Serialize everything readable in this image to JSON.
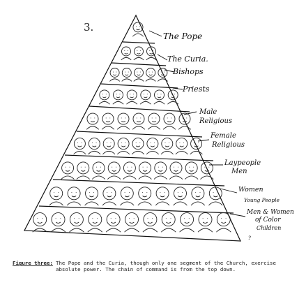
{
  "page_number": "3.",
  "diagram": {
    "tiers": [
      {
        "id": "pope",
        "label": "The Pope"
      },
      {
        "id": "curia",
        "label": "The Curia."
      },
      {
        "id": "bishops",
        "label": "Bishops"
      },
      {
        "id": "priests",
        "label": "Priests"
      },
      {
        "id": "male-religious",
        "label_lines": [
          "Male",
          "Religious"
        ]
      },
      {
        "id": "female-religious",
        "label_lines": [
          "Female",
          "Religious"
        ]
      },
      {
        "id": "laypeople",
        "label_lines": [
          "Laypeople",
          "Men"
        ]
      },
      {
        "id": "women",
        "label_lines": [
          "Women",
          "Young People"
        ]
      },
      {
        "id": "people-of-color",
        "label_lines": [
          "Men & Women",
          "of Color",
          "Children"
        ]
      }
    ],
    "bottom_note": "?"
  },
  "caption": {
    "label": "Figure three:",
    "text": "The Pope and the Curia, though only one segment of the Church, exercise absolute power. The chain of command is from the top down."
  }
}
